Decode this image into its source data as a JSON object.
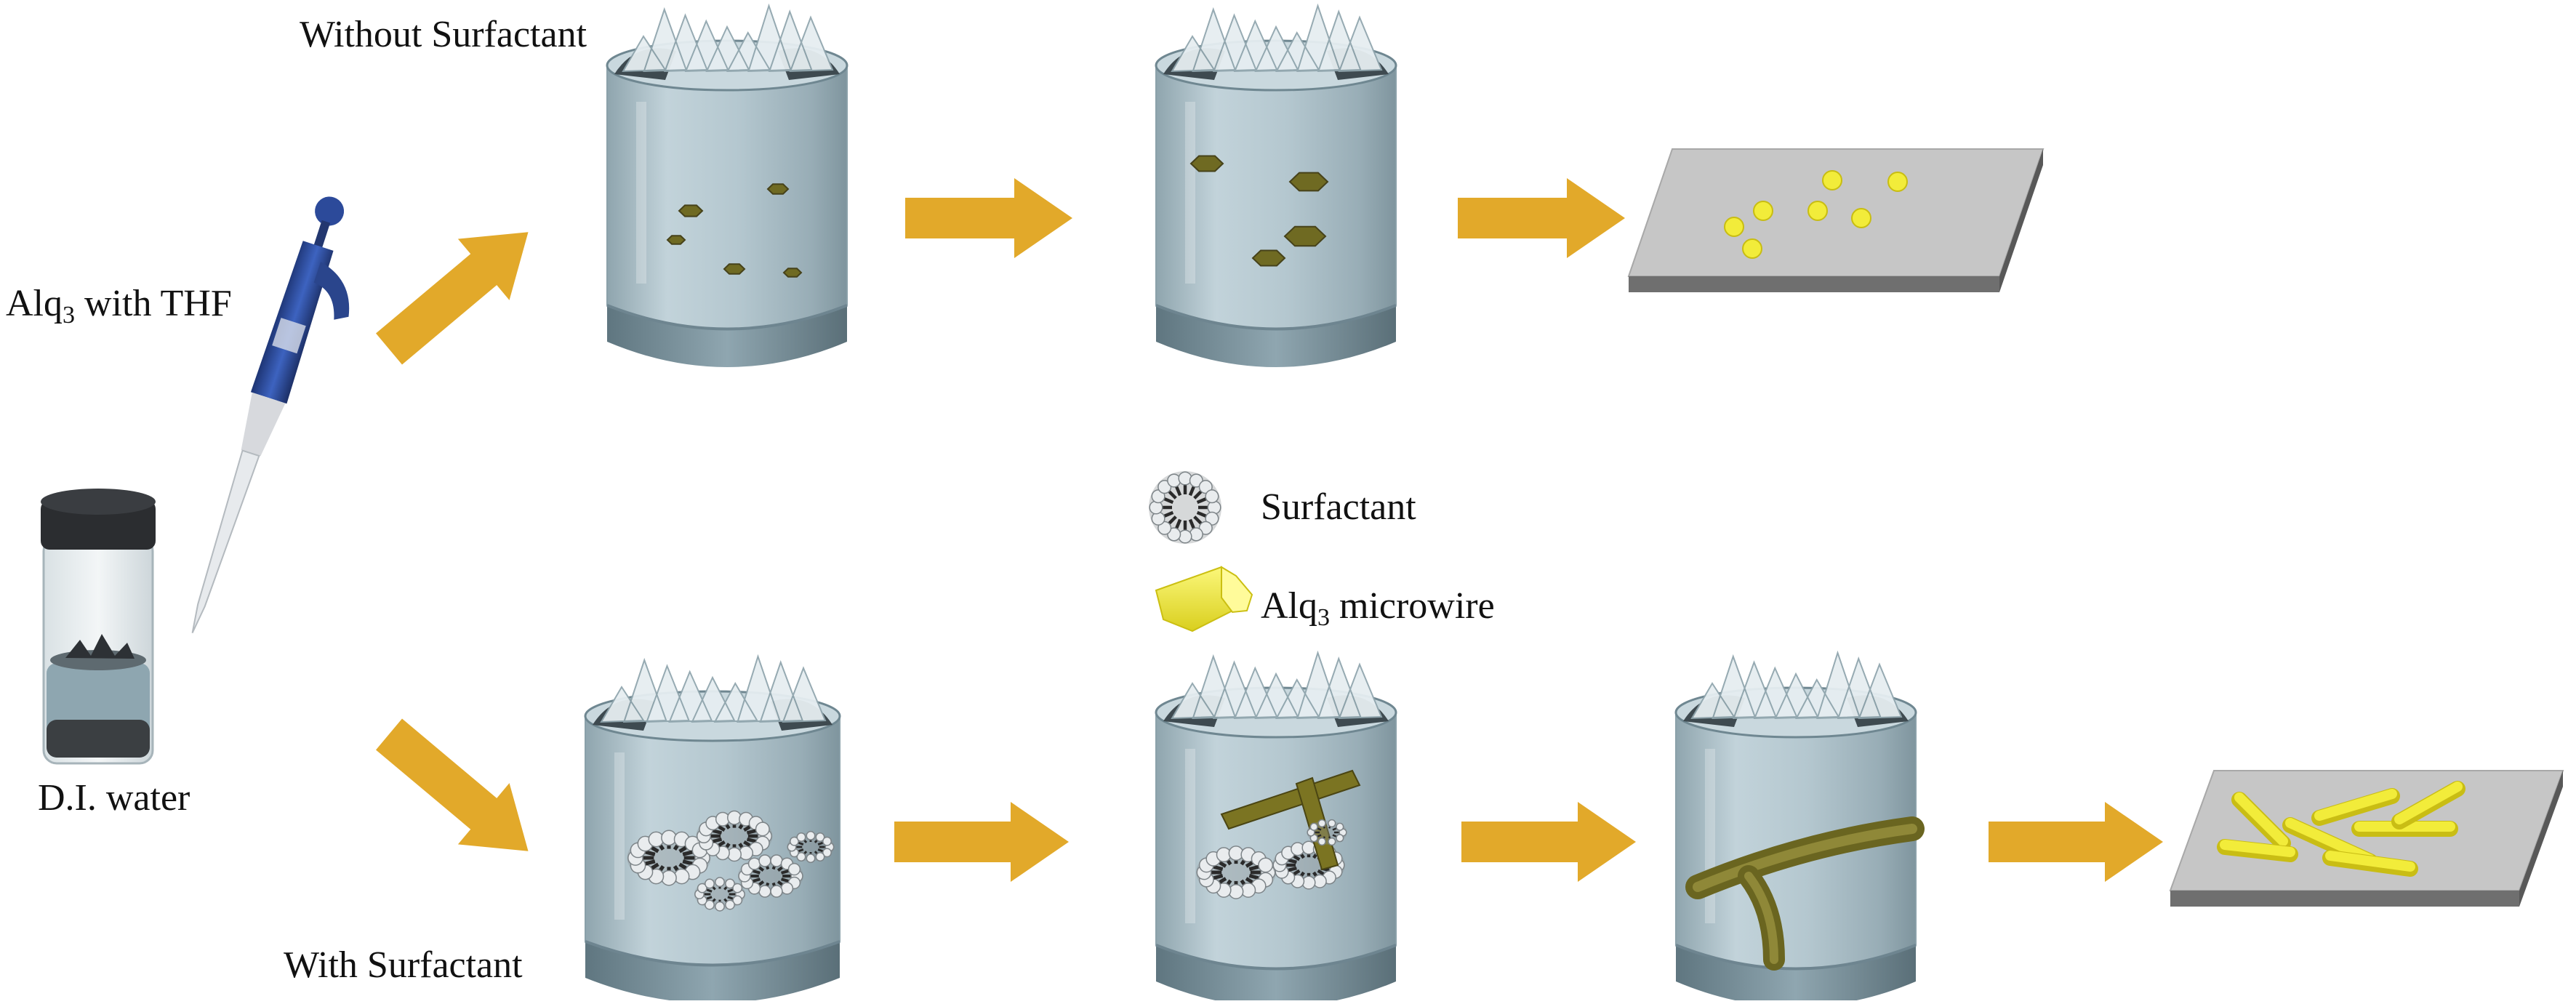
{
  "labels": {
    "without_surfactant": "Without Surfactant",
    "with_surfactant": "With Surfactant",
    "alq3_prefix": "Alq",
    "alq3_sub": "3",
    "with_thf": " with THF",
    "di_water": "D.I. water",
    "legend_surfactant": "Surfactant",
    "legend_microwire_suffix": " microwire"
  },
  "colors": {
    "arrow": "#e2a92a",
    "water": "#b2c6cf",
    "substrate_top": "#c6c6c6",
    "substrate_side": "#6f6f6f",
    "particle": "#6f6a22",
    "microwire": "#f2ec3a",
    "pipette": "#2c4a9a"
  }
}
